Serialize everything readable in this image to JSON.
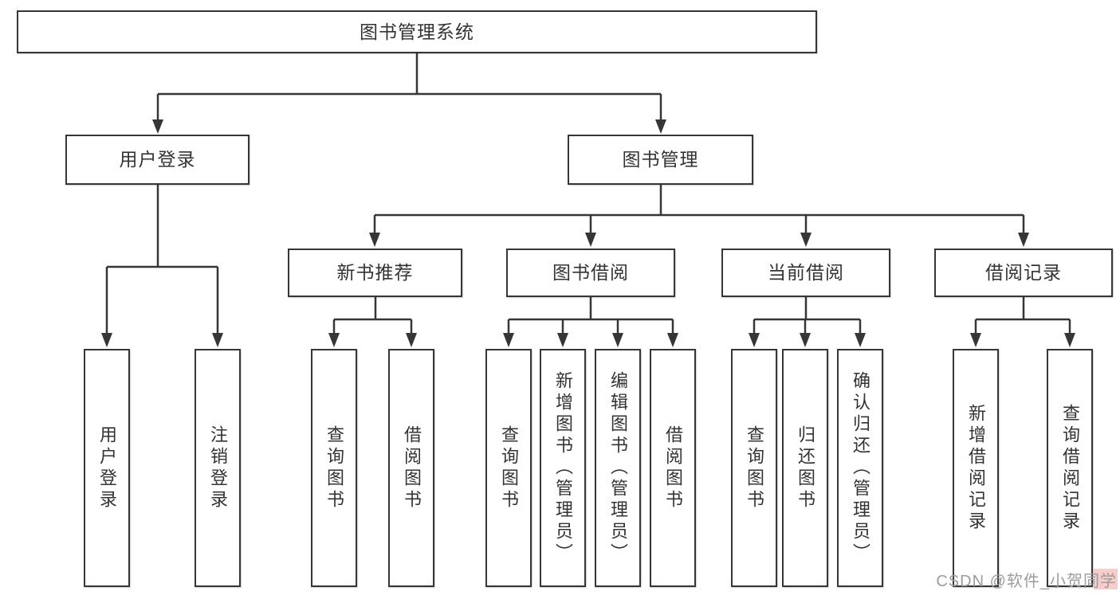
{
  "colors": {
    "line": "#363636",
    "text": "#333333",
    "watermark": "#9c9c9c",
    "watermark_accent": "#f2a29e",
    "background": "#ffffff"
  },
  "watermark": {
    "text": "CSDN @软件_小贺同学"
  },
  "tree": {
    "root": {
      "label": "图书管理系统"
    },
    "branches": [
      {
        "label": "用户登录",
        "leaves": [
          {
            "label": "用户登录"
          },
          {
            "label": "注销登录"
          }
        ]
      },
      {
        "label": "图书管理",
        "groups": [
          {
            "label": "新书推荐",
            "leaves": [
              {
                "label": "查询图书"
              },
              {
                "label": "借阅图书"
              }
            ]
          },
          {
            "label": "图书借阅",
            "leaves": [
              {
                "label": "查询图书"
              },
              {
                "label": "新增图书（管理员）"
              },
              {
                "label": "编辑图书（管理员）"
              },
              {
                "label": "借阅图书"
              }
            ]
          },
          {
            "label": "当前借阅",
            "leaves": [
              {
                "label": "查询图书"
              },
              {
                "label": "归还图书"
              },
              {
                "label": "确认归还（管理员）"
              }
            ]
          },
          {
            "label": "借阅记录",
            "leaves": [
              {
                "label": "新增借阅记录"
              },
              {
                "label": "查询借阅记录"
              }
            ]
          }
        ]
      }
    ]
  }
}
